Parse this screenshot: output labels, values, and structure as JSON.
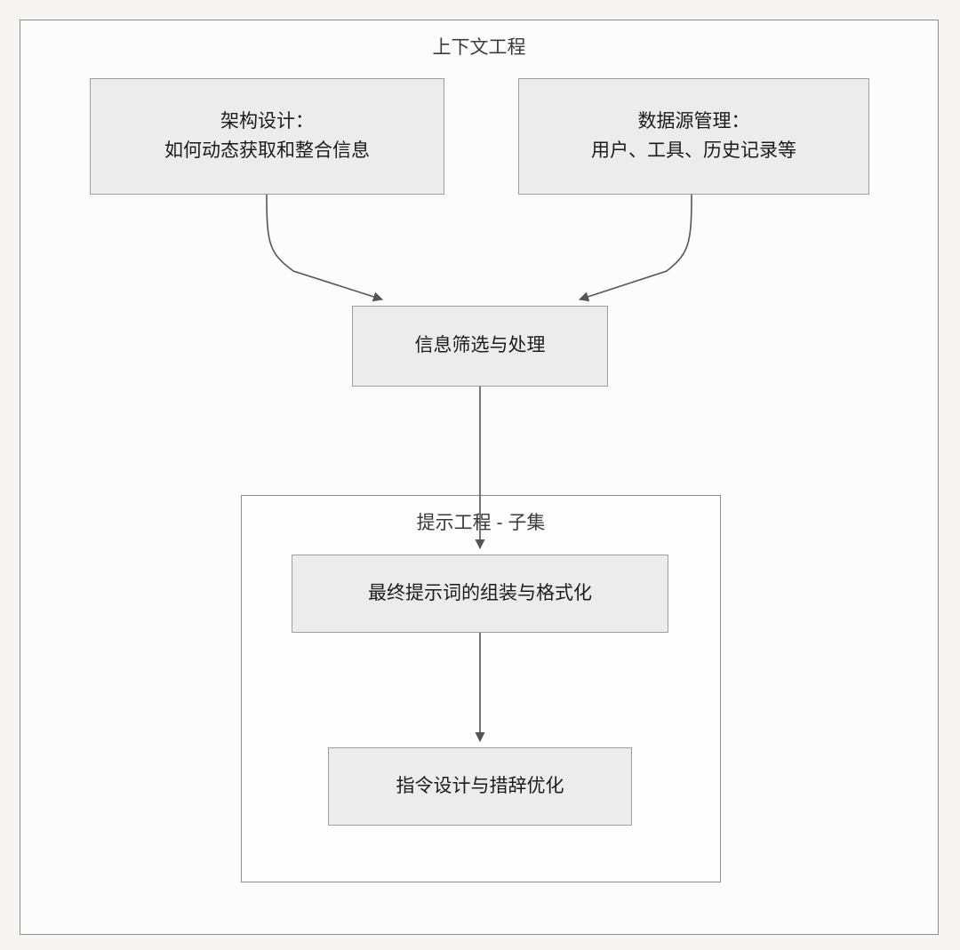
{
  "diagram": {
    "type": "flowchart",
    "direction": "top-down",
    "title": "上下文工程",
    "background_color": "#f6f5f3",
    "node_fill_color": "#ececec",
    "node_border_color": "#9e9e9e",
    "cluster_border_color": "#8c8c8c",
    "edge_color": "#555555"
  },
  "clusters": [
    {
      "id": "outer",
      "label": "上下文工程"
    },
    {
      "id": "inner",
      "label": "提示工程 - 子集"
    }
  ],
  "nodes": [
    {
      "id": "arch",
      "lines": [
        "架构设计：",
        "如何动态获取和整合信息"
      ]
    },
    {
      "id": "source",
      "lines": [
        "数据源管理：",
        "用户、工具、历史记录等"
      ]
    },
    {
      "id": "filter",
      "lines": [
        "信息筛选与处理"
      ]
    },
    {
      "id": "assemble",
      "lines": [
        "最终提示词的组装与格式化"
      ]
    },
    {
      "id": "instruction",
      "lines": [
        "指令设计与措辞优化"
      ]
    }
  ],
  "edges": [
    {
      "from": "arch",
      "to": "filter",
      "label": "",
      "style": "curved-arrow"
    },
    {
      "from": "source",
      "to": "filter",
      "label": "",
      "style": "curved-arrow"
    },
    {
      "from": "filter",
      "to": "assemble",
      "label": "",
      "style": "straight-arrow"
    },
    {
      "from": "assemble",
      "to": "instruction",
      "label": "",
      "style": "straight-arrow"
    }
  ]
}
